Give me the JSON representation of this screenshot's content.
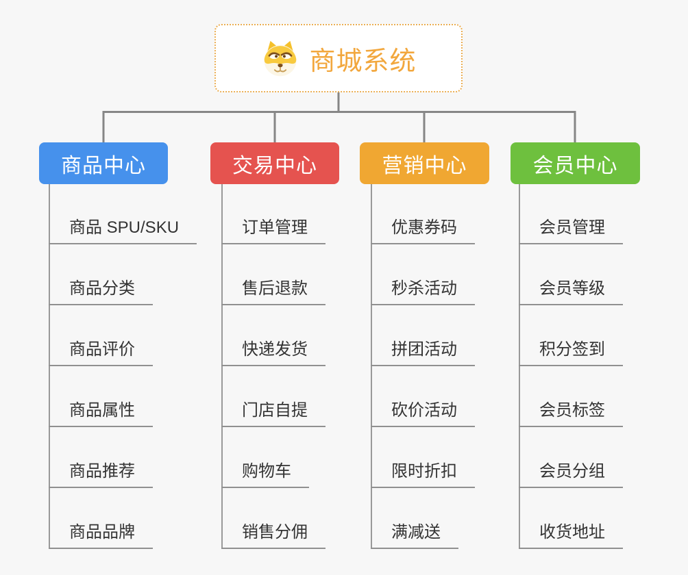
{
  "root": {
    "title": "商城系统",
    "icon": "doge-icon",
    "title_color": "#f2a73d",
    "border_color": "#ebae53"
  },
  "branches": [
    {
      "label": "商品中心",
      "color": "#4691ec",
      "items": [
        "商品 SPU/SKU",
        "商品分类",
        "商品评价",
        "商品属性",
        "商品推荐",
        "商品品牌"
      ]
    },
    {
      "label": "交易中心",
      "color": "#e5534f",
      "items": [
        "订单管理",
        "售后退款",
        "快递发货",
        "门店自提",
        "购物车",
        "销售分佣"
      ]
    },
    {
      "label": "营销中心",
      "color": "#f0a732",
      "items": [
        "优惠券码",
        "秒杀活动",
        "拼团活动",
        "砍价活动",
        "限时折扣",
        "满减送"
      ]
    },
    {
      "label": "会员中心",
      "color": "#6ec03e",
      "items": [
        "会员管理",
        "会员等级",
        "积分签到",
        "会员标签",
        "会员分组",
        "收货地址"
      ]
    }
  ],
  "connector_colors": {
    "tree": "#868686",
    "trunk": "#999999",
    "underline": "#909090"
  },
  "background_color": "#f7f7f7"
}
